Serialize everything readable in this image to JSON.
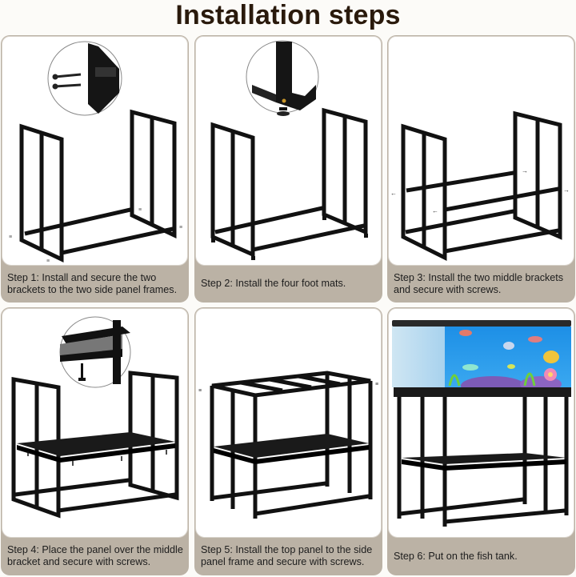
{
  "header": {
    "title": "Installation steps"
  },
  "colors": {
    "title": "#2a1a0c",
    "caption_bg": "#bbb2a5",
    "frame": "#111111",
    "panel_bg": "#ffffff",
    "water": "#1e8fe0"
  },
  "steps": [
    {
      "number": 1,
      "caption": "Step 1: Install and secure the two brackets to the two side panel frames.",
      "illustration": "two-side-frames-with-bottom-brackets",
      "detail_inset": "screws-into-frame-corner"
    },
    {
      "number": 2,
      "caption": "Step 2: Install the four foot mats.",
      "illustration": "frame-with-foot-mats",
      "detail_inset": "foot-mat-under-corner"
    },
    {
      "number": 3,
      "caption": "Step 3: Install the two middle brackets and secure with screws.",
      "illustration": "frame-with-middle-brackets"
    },
    {
      "number": 4,
      "caption": "Step 4: Place the panel over the middle bracket and secure with screws.",
      "illustration": "frame-with-middle-shelf-panel",
      "detail_inset": "screw-under-shelf"
    },
    {
      "number": 5,
      "caption": "Step 5: Install the top panel to the side panel frame and secure with screws.",
      "illustration": "frame-with-top-frame-and-shelf"
    },
    {
      "number": 6,
      "caption": "Step 6: Put on the fish tank.",
      "illustration": "completed-stand-with-aquarium"
    }
  ]
}
